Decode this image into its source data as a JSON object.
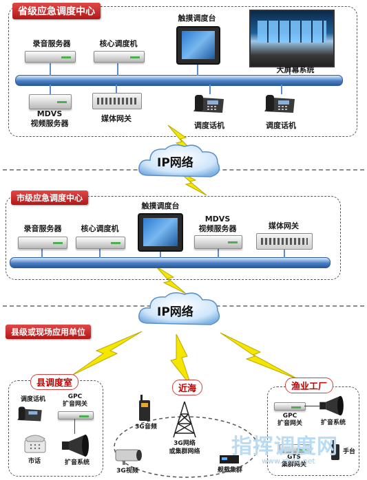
{
  "provincial": {
    "title": "省级应急调度中心",
    "recorder": "录音服务器",
    "core": "核心调度机",
    "touch_console": "触摸调度台",
    "big_screen": "大屏幕系统",
    "mdvs_line1": "MDVS",
    "mdvs_line2": "视频服务器",
    "media_gateway": "媒体网关",
    "phone1": "调度话机",
    "phone2": "调度话机"
  },
  "network1": {
    "label": "IP网络"
  },
  "city": {
    "title": "市级应急调度中心",
    "recorder": "录音服务器",
    "core": "核心调度机",
    "touch_console": "触摸调度台",
    "mdvs_line1": "MDVS",
    "mdvs_line2": "视频服务器",
    "media_gateway": "媒体网关"
  },
  "network2": {
    "label": "IP网络"
  },
  "county": {
    "title": "县级或现场应用单位",
    "dispatch_room": {
      "title": "县调度室",
      "phone": "调度话机",
      "gpc_line1": "GPC",
      "gpc_line2": "扩音网关",
      "tel": "市话",
      "pa": "扩音系统"
    },
    "offshore": {
      "title": "近海",
      "audio3g": "3G音频",
      "network3g_line1": "3G网络",
      "network3g_line2": "或集群网络",
      "video3g": "3G视频",
      "vehicle_cluster": "舰载集群"
    },
    "factory": {
      "title": "渔业工厂",
      "gpc_line1": "GPC",
      "gpc_line2": "扩音网关",
      "pa": "扩音系统",
      "gts_line1": "GTS",
      "gts_line2": "集群网关",
      "handheld": "手台"
    }
  },
  "watermark": {
    "text": "指挥调度网",
    "url": "www.zhdd.net"
  },
  "colors": {
    "title_red": "#c41e1e",
    "bus_blue": "#3d73b8",
    "lightning": "#f5e600"
  }
}
